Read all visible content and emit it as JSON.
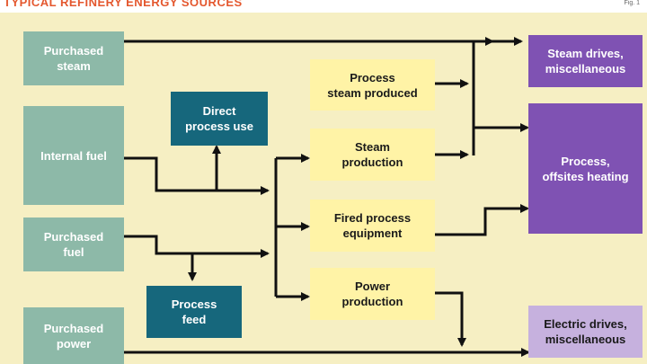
{
  "title": "TYPICAL REFINERY ENERGY SOURCES",
  "fig_label": "Fig. 1",
  "colors": {
    "background": "#f6efc3",
    "source_box": "#8db9a8",
    "process_box": "#fff3a6",
    "teal_box": "#16677c",
    "output_box": "#7f52b3",
    "output_box_light": "#c6b1de",
    "arrow": "#111111"
  },
  "boxes": {
    "purchased_steam": "Purchased\nsteam",
    "internal_fuel": "Internal fuel",
    "purchased_fuel": "Purchased\nfuel",
    "purchased_power": "Purchased\npower",
    "direct_process_use": "Direct\nprocess use",
    "process_feed": "Process\nfeed",
    "process_steam_produced": "Process\nsteam produced",
    "steam_production": "Steam\nproduction",
    "fired_process_equipment": "Fired process\nequipment",
    "power_production": "Power\nproduction",
    "steam_drives": "Steam drives,\nmiscellaneous",
    "process_offsites_heating": "Process,\noffsites heating",
    "electric_drives": "Electric drives,\nmiscellaneous"
  }
}
